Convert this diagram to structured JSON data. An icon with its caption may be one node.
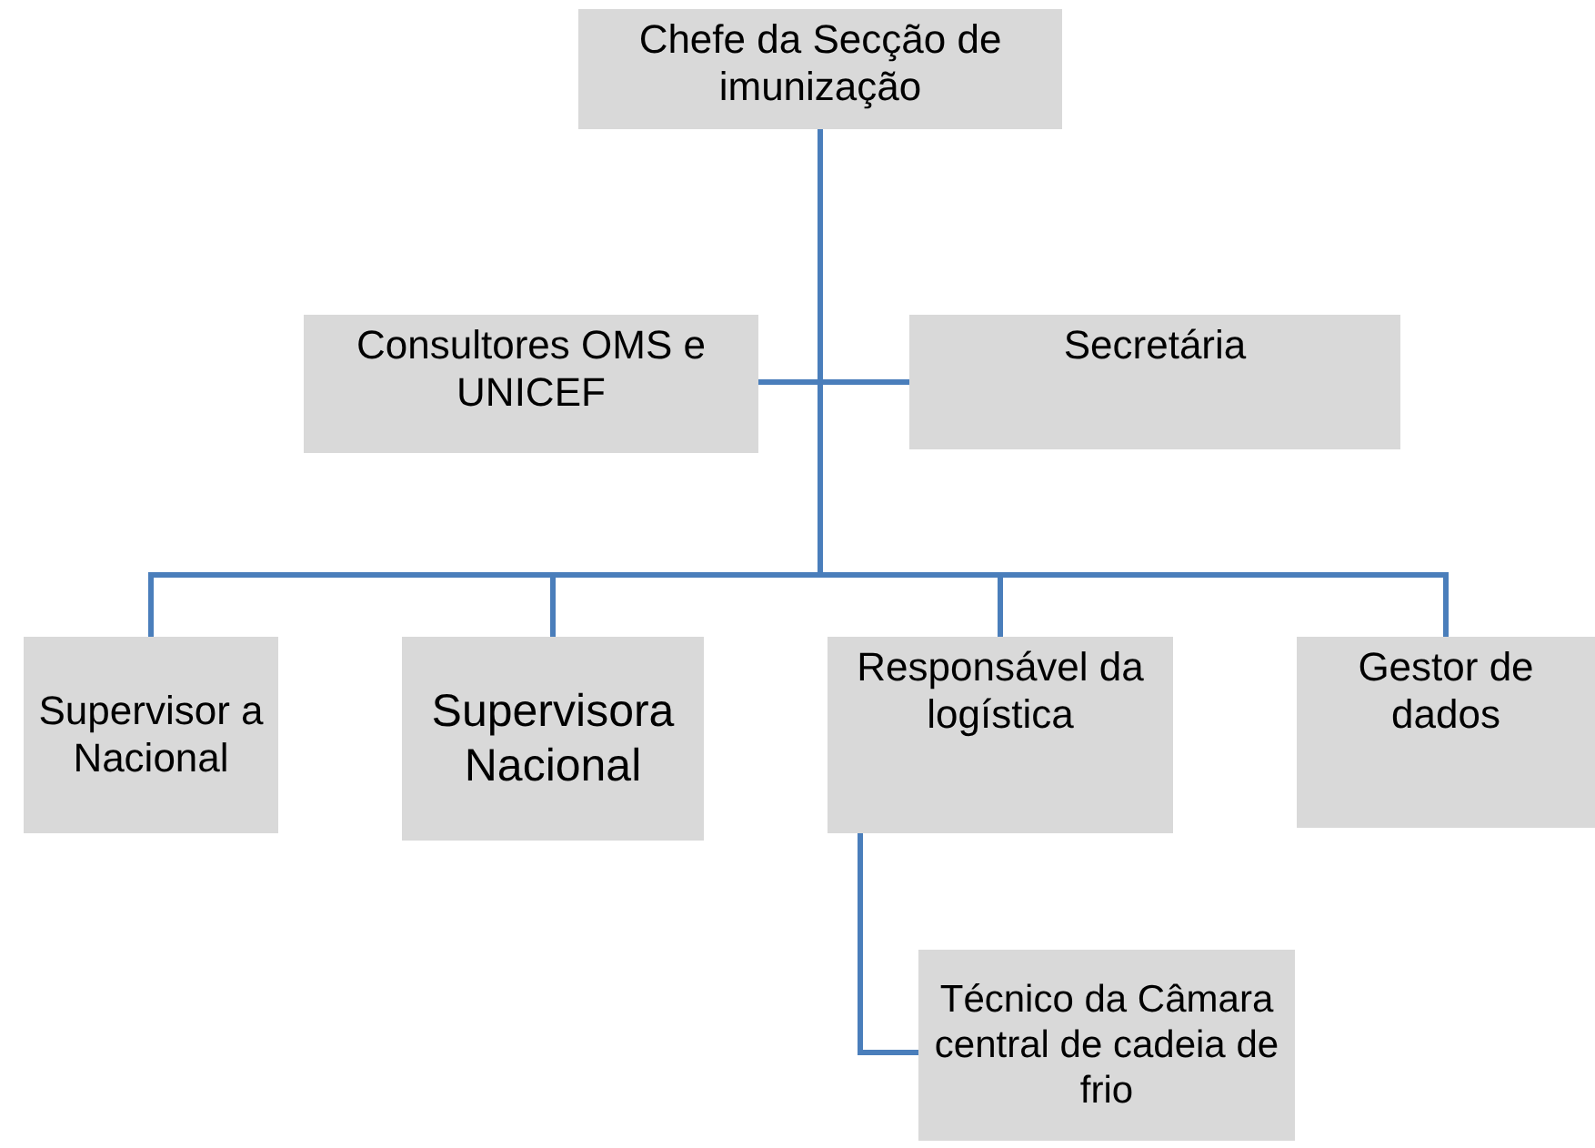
{
  "diagram": {
    "nodes": [
      {
        "text": [
          "Chefe da Secção de imunização"
        ]
      },
      {
        "text": [
          "Consultores OMS e UNICEF"
        ]
      },
      {
        "text": [
          "Secretária"
        ]
      },
      {
        "text": [
          "Supervisor a Nacional"
        ]
      },
      {
        "text": [
          "Supervisora Nacional"
        ]
      },
      {
        "text": [
          "Responsável da logística"
        ]
      },
      {
        "text": [
          "Gestor de dados"
        ]
      },
      {
        "text": [
          "Técnico da Câmara central de cadeia de frio"
        ]
      }
    ],
    "edges": [
      {
        "from": 0,
        "to": 1,
        "arrow": "none"
      },
      {
        "from": 0,
        "to": 2,
        "arrow": "none"
      },
      {
        "from": 0,
        "to": 3,
        "arrow": "none"
      },
      {
        "from": 0,
        "to": 4,
        "arrow": "none"
      },
      {
        "from": 0,
        "to": 5,
        "arrow": "none"
      },
      {
        "from": 0,
        "to": 6,
        "arrow": "none"
      },
      {
        "from": 5,
        "to": 7,
        "arrow": "none"
      }
    ]
  }
}
